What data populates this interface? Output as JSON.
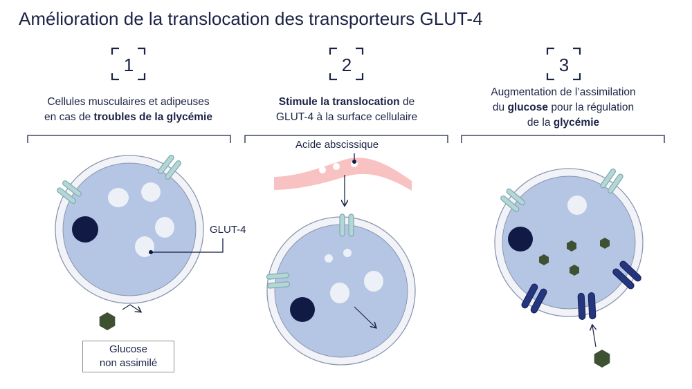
{
  "title": "Amélioration de la translocation des transporteurs GLUT-4",
  "panels": [
    {
      "number": "1",
      "line1": "Cellules musculaires et adipeuses",
      "line2_prefix": "en cas de ",
      "line2_bold": "troubles de la glycémie"
    },
    {
      "number": "2",
      "line1_bold": "Stimule la translocation",
      "line1_suffix": " de",
      "line2": "GLUT-4 à la surface cellulaire"
    },
    {
      "number": "3",
      "line1": "Augmentation de l’assimilation",
      "line2_prefix": "du ",
      "line2_bold": "glucose",
      "line2_suffix": " pour la régulation",
      "line3_prefix": "de la ",
      "line3_bold": "glycémie"
    }
  ],
  "labels": {
    "glut4": "GLUT-4",
    "abscisic_acid": "Acide abscissique",
    "glucose_line1": "Glucose",
    "glucose_line2": "non assimilé"
  },
  "colors": {
    "text": "#1b2345",
    "cell_fill": "#b4c6e4",
    "cell_membrane": "#f2f3f8",
    "cell_outline": "#8a96ac",
    "nucleus": "#111a45",
    "vesicle": "#eef0f8",
    "transporter_light": "#b3d6d6",
    "transporter_dark": "#26367e",
    "glucose": "#3e5133",
    "vessel": "#f8c2c2"
  }
}
